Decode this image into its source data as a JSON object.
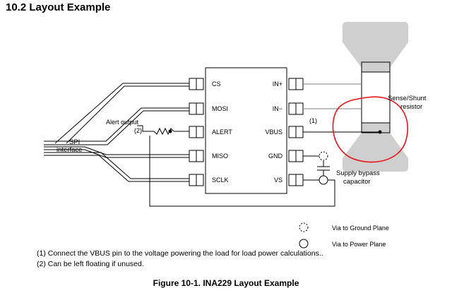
{
  "section_title": "10.2 Layout Example",
  "chip": {
    "left_pins": [
      "CS",
      "MOSI",
      "ALERT",
      "MISO",
      "SCLK"
    ],
    "right_pins": [
      "IN+",
      "IN−",
      "VBUS",
      "GND",
      "VS"
    ]
  },
  "labels": {
    "alert_output": "Alert output",
    "alert_marker": "(2)",
    "spi_line1": "SPI",
    "spi_line2": "interface",
    "vbus_marker": "(1)",
    "shunt_line1": "Sense/Shunt",
    "shunt_line2": "resistor",
    "bypass_line1": "Supply bypass",
    "bypass_line2": "capacitor"
  },
  "legend": {
    "ground_via": "Via to Ground Plane",
    "power_via": "Via to Power Plane"
  },
  "notes": [
    "(1) Connect the VBUS pin to the voltage powering the load for load power calculations..",
    "(2) Can be left floating if unused."
  ],
  "caption": "Figure 10-1. INA229 Layout Example",
  "colors": {
    "annotation_circle": "#e8141b",
    "copper_pour": "#cfcfcf"
  }
}
